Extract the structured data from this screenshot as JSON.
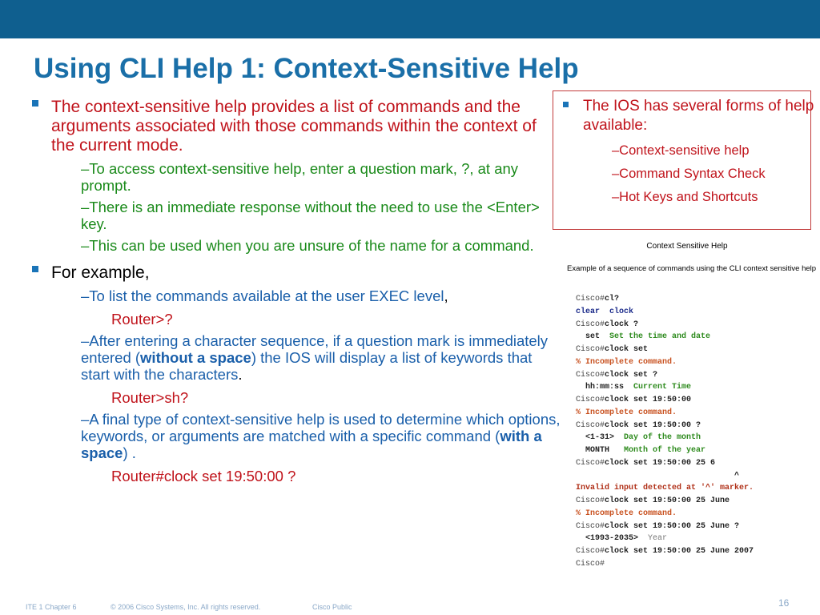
{
  "slide": {
    "title": "Using CLI Help 1: Context-Sensitive Help",
    "bullet1": "The context-sensitive help provides a list of commands and the arguments associated with those commands within the context of the current mode.",
    "sub1": "–To access context-sensitive help, enter a question mark, ?, at any prompt.",
    "sub2": "–There is an immediate response without the need to use the <Enter> key.",
    "sub3": "–This can be used when you are unsure of the name for a command.",
    "bullet2": "For example,",
    "ex1": "–To list the commands available at the user EXEC level",
    "ex1_comma": ",",
    "ex1_cmd": "Router>?",
    "ex2_a": "–After entering a character sequence, if a question mark is immediately entered (",
    "ex2_bold": "without a space",
    "ex2_b": ") the IOS will display a list of keywords that start with the characters",
    "ex2_period": ".",
    "ex2_cmd": "Router>sh?",
    "ex3_a": "–A final type of context-sensitive help is used to determine which options, keywords, or arguments are matched with a specific command (",
    "ex3_bold": "with a space",
    "ex3_b": ") .",
    "ex3_cmd": "Router#clock set 19:50:00 ?"
  },
  "sidebox": {
    "heading": "The IOS has several forms of help available:",
    "items": [
      "–Context-sensitive help",
      "–Command Syntax Check",
      "–Hot Keys and Shortcuts"
    ]
  },
  "figure": {
    "title": "Context Sensitive Help",
    "subtitle": "Example of a sequence of commands using the CLI context sensitive help",
    "lines": [
      {
        "prompt": "Cisco#",
        "cmd": "cl?"
      },
      {
        "navy": "clear  clock"
      },
      {
        "prompt": "Cisco#",
        "cmd": "clock ?"
      },
      {
        "cmd": "  set  ",
        "ann": "Set the time and date"
      },
      {
        "prompt": "Cisco#",
        "cmd": "clock set"
      },
      {
        "err": "% Incomplete command."
      },
      {
        "prompt": "Cisco#",
        "cmd": "clock set ?"
      },
      {
        "cmd": "  hh:mm:ss  ",
        "ann": "Current Time"
      },
      {
        "prompt": "Cisco#",
        "cmd": "clock set 19:50:00"
      },
      {
        "err": "% Incomplete command."
      },
      {
        "prompt": "Cisco#",
        "cmd": "clock set 19:50:00 ?"
      },
      {
        "cmd": "  <1-31>  ",
        "ann": "Day of the month"
      },
      {
        "cmd": "  MONTH   ",
        "ann": "Month of the year"
      },
      {
        "prompt": "Cisco#",
        "cmd": "clock set 19:50:00 25 6"
      },
      {
        "cmd": "                                 ^"
      },
      {
        "inv": "Invalid input detected at '^' marker."
      },
      {
        "prompt": "Cisco#",
        "cmd": "clock set 19:50:00 25 June"
      },
      {
        "err": "% Incomplete command."
      },
      {
        "prompt": "Cisco#",
        "cmd": "clock set 19:50:00 25 June ?"
      },
      {
        "cmd": "  <1993-2035>  ",
        "yr": "Year"
      },
      {
        "prompt": "Cisco#",
        "cmd": "clock set 19:50:00 25 June 2007"
      },
      {
        "prompt": "Cisco#",
        "cmd": ""
      }
    ]
  },
  "footer": {
    "course": "ITE 1 Chapter 6",
    "copyright": "© 2006 Cisco Systems, Inc. All rights reserved.",
    "classification": "Cisco Public",
    "page": "16"
  },
  "colors": {
    "topbar": "#0f5f8f",
    "title": "#1a6fa8",
    "red_text": "#c0131b",
    "green_text": "#1a8a1a",
    "blue_text": "#1a5faa"
  }
}
